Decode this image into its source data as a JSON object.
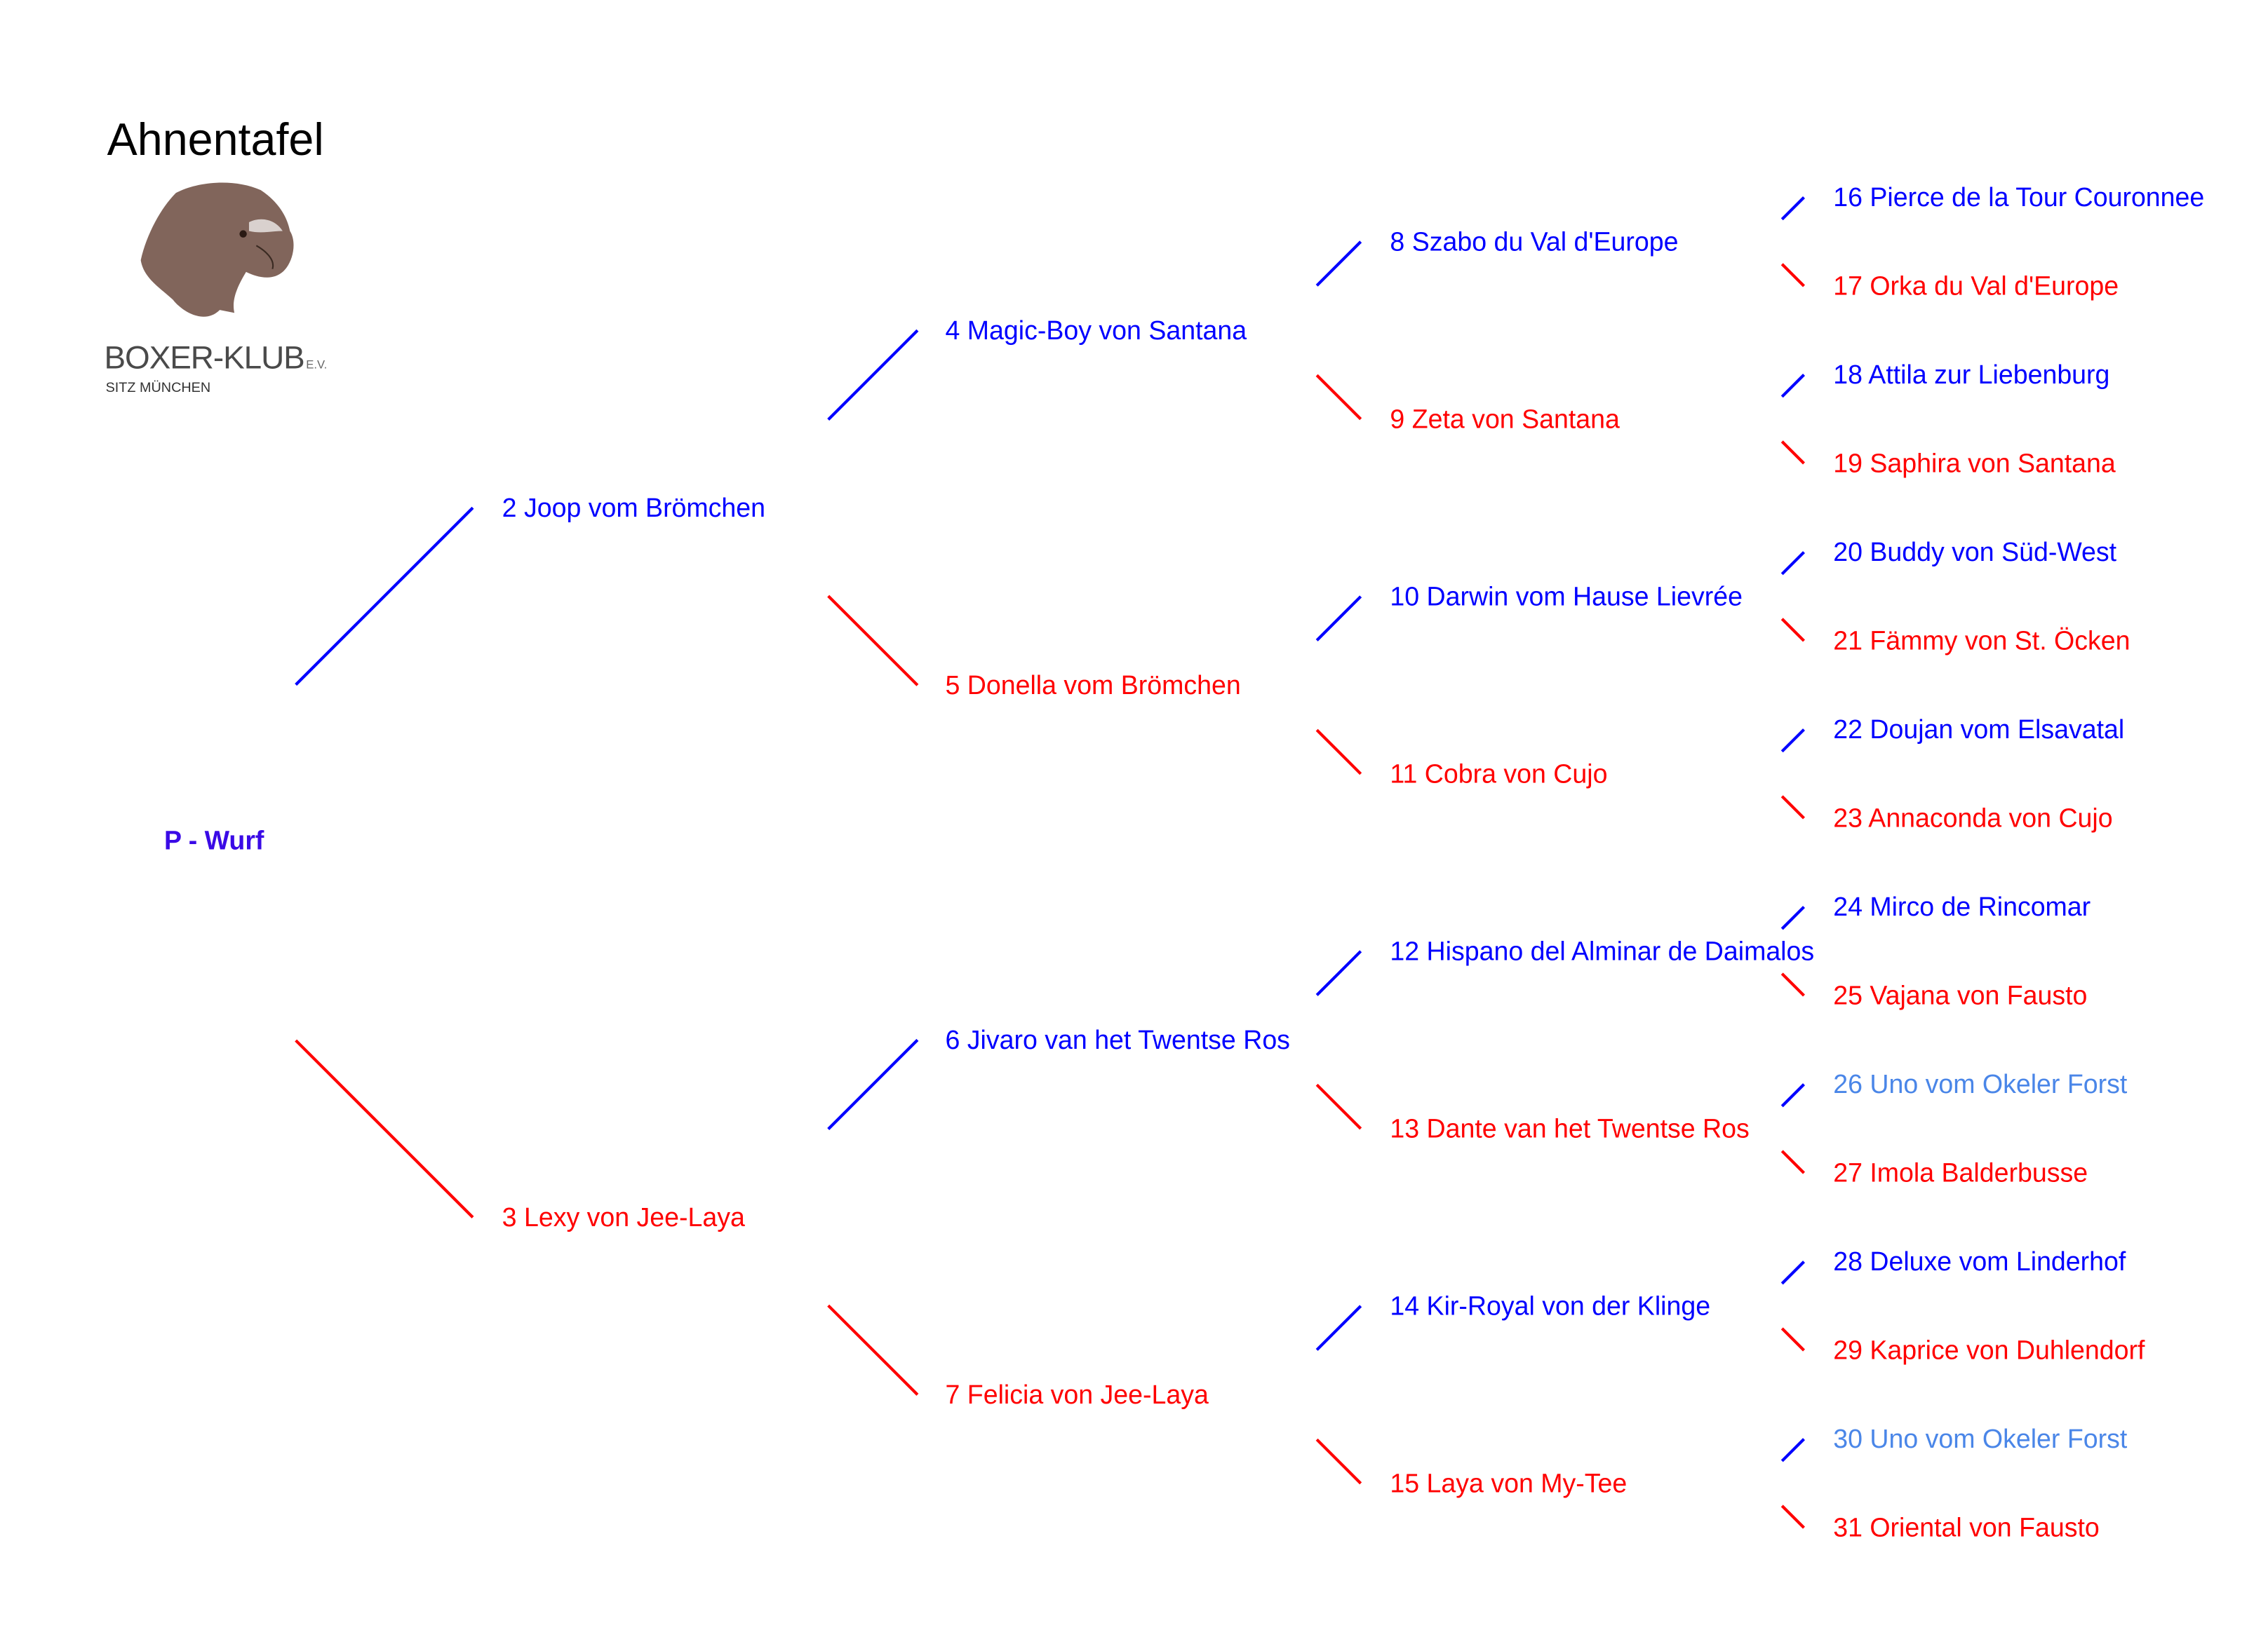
{
  "header": {
    "title": "Ahnentafel"
  },
  "logo": {
    "name": "BOXER-KLUB",
    "suffix": "E.V.",
    "subtitle": "SITZ MÜNCHEN"
  },
  "root": {
    "label": "P - Wurf",
    "color": "#3a0ae6"
  },
  "colors": {
    "male": "#0000ff",
    "female": "#ff0000",
    "highlight": "#4a86e8",
    "logo_brown": "#6b4a3e"
  },
  "ancestors": [
    {
      "no": 2,
      "label": "2 Joop vom Brömchen",
      "sex": "male"
    },
    {
      "no": 3,
      "label": "3 Lexy von Jee-Laya",
      "sex": "female"
    },
    {
      "no": 4,
      "label": "4 Magic-Boy von Santana",
      "sex": "male"
    },
    {
      "no": 5,
      "label": "5 Donella  vom Brömchen",
      "sex": "female"
    },
    {
      "no": 6,
      "label": "6 Jivaro van het Twentse Ros",
      "sex": "male"
    },
    {
      "no": 7,
      "label": "7 Felicia von Jee-Laya",
      "sex": "female"
    },
    {
      "no": 8,
      "label": "8 Szabo du Val d'Europe",
      "sex": "male"
    },
    {
      "no": 9,
      "label": "9 Zeta von Santana",
      "sex": "female"
    },
    {
      "no": 10,
      "label": "10 Darwin vom Hause Lievrée",
      "sex": "male"
    },
    {
      "no": 11,
      "label": "11 Cobra von Cujo",
      "sex": "female"
    },
    {
      "no": 12,
      "label": "12 Hispano del Alminar de Daimalos",
      "sex": "male"
    },
    {
      "no": 13,
      "label": "13 Dante van het Twentse Ros",
      "sex": "female"
    },
    {
      "no": 14,
      "label": "14 Kir-Royal von der Klinge",
      "sex": "male"
    },
    {
      "no": 15,
      "label": "15 Laya von My-Tee",
      "sex": "female"
    },
    {
      "no": 16,
      "label": "16 Pierce de la Tour Couronnee",
      "sex": "male"
    },
    {
      "no": 17,
      "label": "17 Orka du Val d'Europe",
      "sex": "female"
    },
    {
      "no": 18,
      "label": "18 Attila zur Liebenburg",
      "sex": "male"
    },
    {
      "no": 19,
      "label": "19 Saphira von Santana",
      "sex": "female"
    },
    {
      "no": 20,
      "label": "20 Buddy von Süd-West",
      "sex": "male"
    },
    {
      "no": 21,
      "label": "21 Fämmy von St. Öcken",
      "sex": "female"
    },
    {
      "no": 22,
      "label": "22 Doujan vom Elsavatal",
      "sex": "male"
    },
    {
      "no": 23,
      "label": "23 Annaconda von Cujo",
      "sex": "female"
    },
    {
      "no": 24,
      "label": "24 Mirco de Rincomar",
      "sex": "male"
    },
    {
      "no": 25,
      "label": "25 Vajana von Fausto",
      "sex": "female"
    },
    {
      "no": 26,
      "label": "26 Uno vom Okeler Forst",
      "sex": "male",
      "highlight": true
    },
    {
      "no": 27,
      "label": "27 Imola Balderbusse",
      "sex": "female"
    },
    {
      "no": 28,
      "label": "28 Deluxe vom Linderhof",
      "sex": "male"
    },
    {
      "no": 29,
      "label": "29 Kaprice von Duhlendorf",
      "sex": "female"
    },
    {
      "no": 30,
      "label": "30 Uno vom Okeler Forst",
      "sex": "male",
      "highlight": true
    },
    {
      "no": 31,
      "label": "31 Oriental von Fausto",
      "sex": "female"
    }
  ]
}
